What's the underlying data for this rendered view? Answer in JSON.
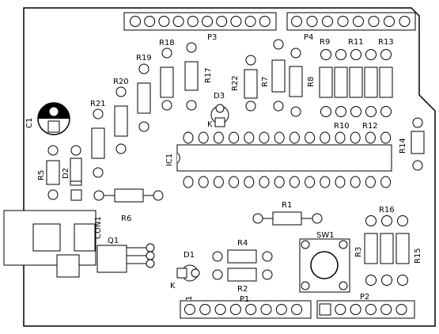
{
  "labels": {
    "p3": "P3",
    "p4": "P4",
    "p1": "P1",
    "p2": "P2",
    "pin1": "1",
    "r1": "R1",
    "r2": "R2",
    "r3": "R3",
    "r4": "R4",
    "r5": "R5",
    "r6": "R6",
    "r7": "R7",
    "r8": "R8",
    "r9": "R9",
    "r10": "R10",
    "r11": "R11",
    "r12": "R12",
    "r13": "R13",
    "r14": "R14",
    "r15": "R15",
    "r16": "R16",
    "r17": "R17",
    "r18": "R18",
    "r19": "R19",
    "r20": "R20",
    "r21": "R21",
    "r22": "R22",
    "c1": "C1",
    "d1": "D1",
    "d2": "D2",
    "d3": "D3",
    "k1": "K",
    "k3": "K",
    "ic1": "IC1",
    "q1": "Q1",
    "sw1": "SW1",
    "con1": "CON1"
  }
}
